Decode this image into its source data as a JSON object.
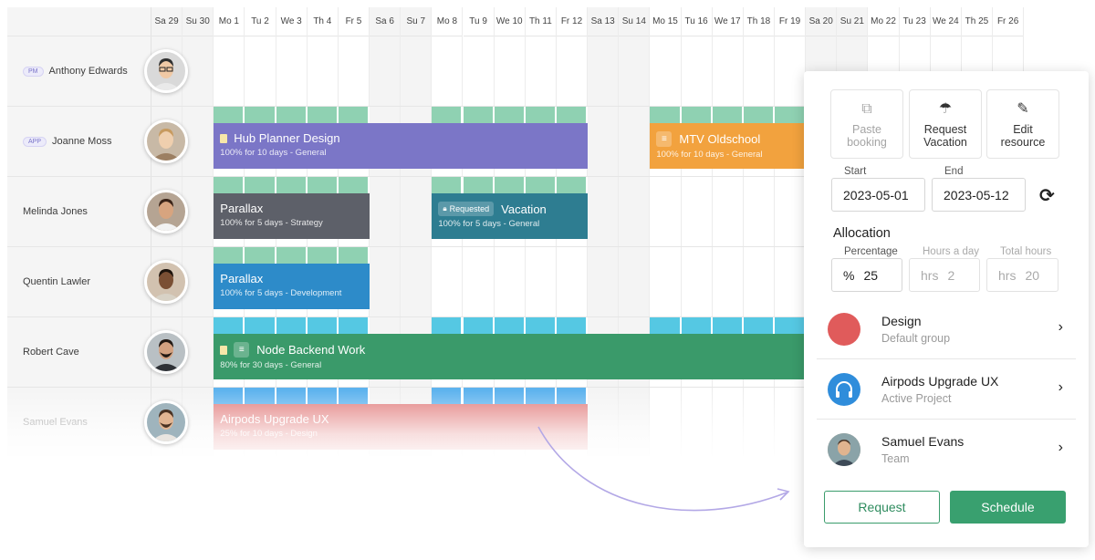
{
  "days": [
    "Sa 29",
    "Su 30",
    "Mo 1",
    "Tu 2",
    "We 3",
    "Th 4",
    "Fr 5",
    "Sa 6",
    "Su 7",
    "Mo 8",
    "Tu 9",
    "We 10",
    "Th 11",
    "Fr 12",
    "Sa 13",
    "Su 14",
    "Mo 15",
    "Tu 16",
    "We 17",
    "Th 18",
    "Fr 19",
    "Sa 20",
    "Su 21",
    "Mo 22",
    "Tu 23",
    "We 24",
    "Th 25",
    "Fr 26"
  ],
  "weekend_indices": [
    0,
    1,
    7,
    8,
    14,
    15,
    21,
    22
  ],
  "resources": [
    {
      "name": "Anthony Edwards",
      "tag": "PM"
    },
    {
      "name": "Joanne Moss",
      "tag": "APP"
    },
    {
      "name": "Melinda Jones",
      "tag": ""
    },
    {
      "name": "Quentin Lawler",
      "tag": ""
    },
    {
      "name": "Robert Cave",
      "tag": ""
    },
    {
      "name": "Samuel Evans",
      "tag": ""
    }
  ],
  "bookings": [
    {
      "row": 1,
      "start": 2,
      "days": 12,
      "title": "Hub Planner Design",
      "sub": "100% for 10 days - General",
      "color": "#7b76c7",
      "seg_color": "#8fd1b2",
      "icon": "doc"
    },
    {
      "row": 1,
      "start": 16,
      "days": 5,
      "title": "MTV Oldschool",
      "sub": "100% for 10 days - General",
      "color": "#f2a23e",
      "seg_color": "#8fd1b2",
      "icon": "list"
    },
    {
      "row": 2,
      "start": 2,
      "days": 5,
      "title": "Parallax",
      "sub": "100% for 5 days - Strategy",
      "color": "#5d6069",
      "seg_color": "#8fd1b2",
      "icon": ""
    },
    {
      "row": 2,
      "start": 9,
      "days": 5,
      "title": "Vacation",
      "sub": "100% for 5 days - General",
      "color": "#2e7d91",
      "seg_color": "#8fd1b2",
      "icon": "",
      "badge": "Requested"
    },
    {
      "row": 3,
      "start": 2,
      "days": 5,
      "title": "Parallax",
      "sub": "100% for 5 days - Development",
      "color": "#2d8bc9",
      "seg_color": "#8fd1b2",
      "icon": ""
    },
    {
      "row": 4,
      "start": 2,
      "days": 19,
      "title": "Node Backend Work",
      "sub": "80% for 30 days - General",
      "color": "#3a9a6a",
      "seg_color": "#55c8e3",
      "icon": "doc-list"
    },
    {
      "row": 5,
      "start": 2,
      "days": 12,
      "title": "Airpods Upgrade UX",
      "sub": "25% for 10 days - Design",
      "color": "#e27f7f",
      "seg_color": "#5eb3ee",
      "icon": ""
    }
  ],
  "panel": {
    "tools": [
      {
        "label_1": "Paste",
        "label_2": "booking",
        "icon": "paste-icon",
        "glyph": "⧉",
        "disabled": true
      },
      {
        "label_1": "Request",
        "label_2": "Vacation",
        "icon": "umbrella-icon",
        "glyph": "☂",
        "disabled": false
      },
      {
        "label_1": "Edit",
        "label_2": "resource",
        "icon": "pencil-icon",
        "glyph": "✎",
        "disabled": false
      }
    ],
    "start_label": "Start",
    "start_value": "2023-05-01",
    "end_label": "End",
    "end_value": "2023-05-12",
    "refresh_glyph": "⟳",
    "allocation_title": "Allocation",
    "percentage_label": "Percentage",
    "percentage_unit": "%",
    "percentage_value": "25",
    "hours_day_label": "Hours a day",
    "hours_day_unit": "hrs",
    "hours_day_value": "2",
    "total_hours_label": "Total hours",
    "total_hours_unit": "hrs",
    "total_hours_value": "20",
    "list": [
      {
        "title": "Design",
        "subtitle": "Default group",
        "type": "category",
        "color": "#e05b5b"
      },
      {
        "title": "Airpods Upgrade UX",
        "subtitle": "Active Project",
        "type": "project",
        "color": "#2f8ddb",
        "icon": "headphones-icon"
      },
      {
        "title": "Samuel Evans",
        "subtitle": "Team",
        "type": "resource"
      }
    ],
    "chevron": "›",
    "request_label": "Request",
    "schedule_label": "Schedule"
  },
  "colors": {
    "accent_green": "#39a06f",
    "arrow": "#b3a8e6"
  }
}
